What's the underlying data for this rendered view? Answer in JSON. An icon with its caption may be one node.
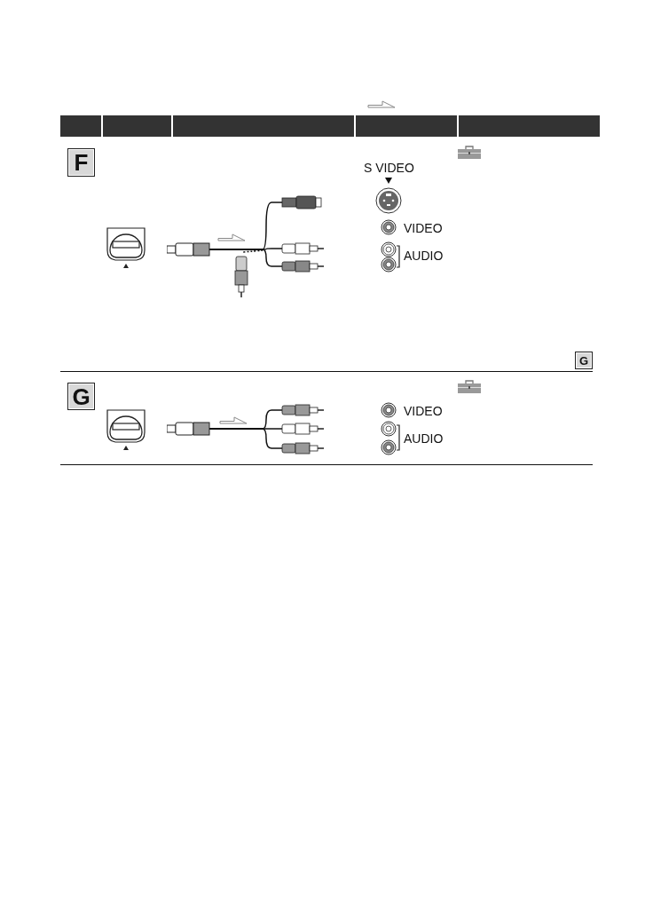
{
  "diagram": {
    "nodes": [
      {
        "text": [
          "F"
        ]
      },
      {
        "text": [
          "G"
        ]
      },
      {
        "text": [
          "G"
        ]
      }
    ],
    "labels": [
      "S VIDEO",
      "VIDEO",
      "AUDIO",
      "VIDEO",
      "AUDIO"
    ]
  }
}
